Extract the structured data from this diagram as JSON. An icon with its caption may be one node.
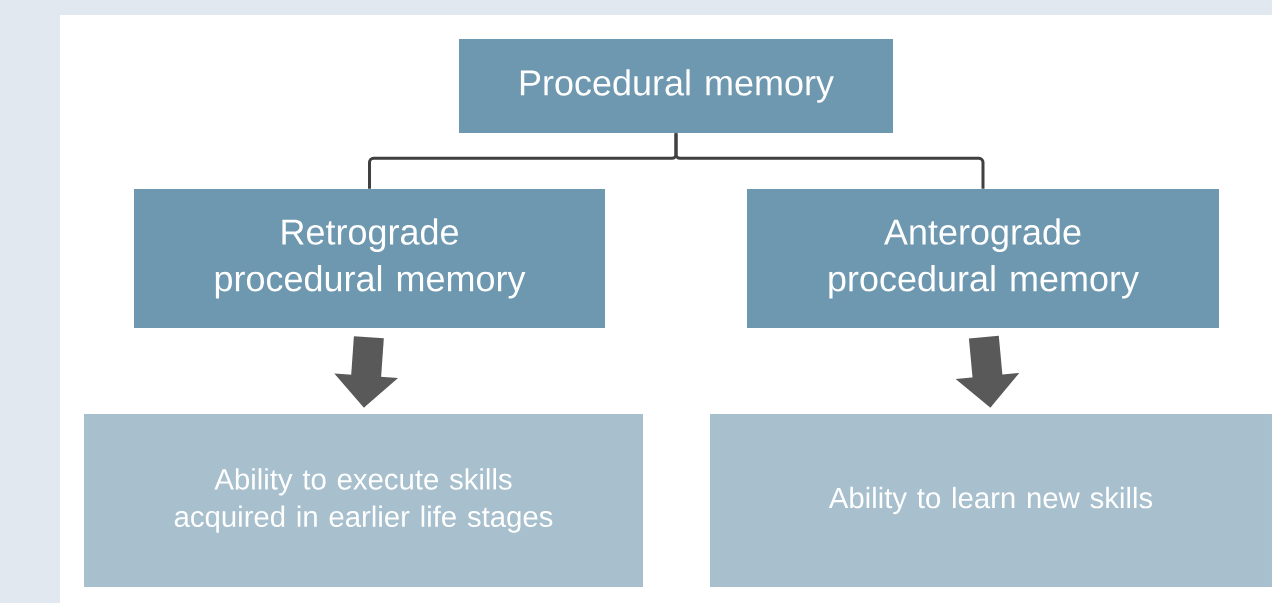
{
  "diagram": {
    "nodes": [
      {
        "text": [
          "Procedural memory"
        ]
      },
      {
        "text": [
          "Retrograde procedural memory"
        ]
      },
      {
        "text": [
          "Anterograde procedural memory"
        ]
      },
      {
        "text": [
          "Ability to execute skills acquired in earlier life stages"
        ]
      },
      {
        "text": [
          "Ability to learn new skills"
        ]
      }
    ],
    "edges": [
      {
        "from": 0,
        "to": 1,
        "arrow": "none"
      },
      {
        "from": 0,
        "to": 2,
        "arrow": "none"
      },
      {
        "from": 1,
        "to": 3,
        "arrow": "to",
        "style": "thick"
      },
      {
        "from": 2,
        "to": 4,
        "arrow": "to",
        "style": "thick"
      }
    ]
  }
}
